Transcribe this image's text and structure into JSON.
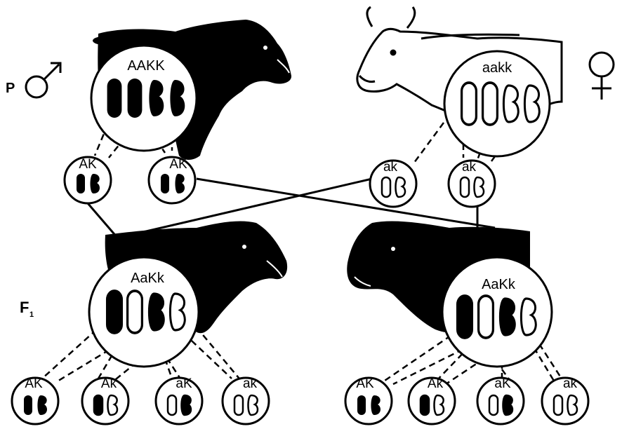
{
  "generations": {
    "parent": "P",
    "f1": "F",
    "f1_subscript": "1"
  },
  "parents": {
    "male": {
      "symbol": "♂",
      "genotype": "AAKK",
      "gametes": [
        "AK",
        "AK"
      ]
    },
    "female": {
      "symbol": "♀",
      "genotype": "aakk",
      "gametes": [
        "ak",
        "ak"
      ]
    }
  },
  "f1": {
    "left": {
      "genotype": "AaKk",
      "gametes": [
        "AK",
        "Ak",
        "aK",
        "ak"
      ]
    },
    "right": {
      "genotype": "AaKk",
      "gametes": [
        "AK",
        "Ak",
        "aK",
        "ak"
      ]
    }
  },
  "colors": {
    "ink": "#000000",
    "paper": "#ffffff"
  },
  "icons": [
    "black-bull-icon",
    "white-cow-icon",
    "black-calf-icon",
    "male-symbol-icon",
    "female-symbol-icon",
    "chromosome-icon"
  ]
}
